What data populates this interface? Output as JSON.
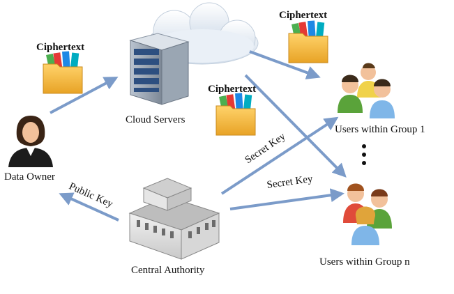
{
  "labels": {
    "ciphertext_owner": "Ciphertext",
    "ciphertext_top": "Ciphertext",
    "ciphertext_mid": "Ciphertext",
    "cloud_servers": "Cloud Servers",
    "data_owner": "Data Owner",
    "users_group_1": "Users within Group 1",
    "users_group_n": "Users within Group n",
    "central_authority": "Central Authority",
    "public_key": "Public Key",
    "secret_key_1": "Secret Key",
    "secret_key_n": "Secret Key",
    "ellipsis": "⋮"
  },
  "colors": {
    "arrow": "#7b9bc9",
    "folder": "#f3b73b",
    "server": "#2d4f80",
    "cloud": "#e4ecf5"
  }
}
